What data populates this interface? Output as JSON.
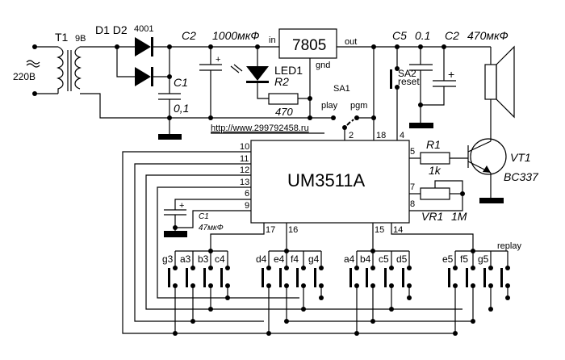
{
  "title": "UM3511A door chime / melody circuit schematic",
  "website": "http://www.299792458.ru",
  "power": {
    "mains_label": "220В",
    "transformer": "T1",
    "secondary_voltage": "9В",
    "diodes_label": "D1 D2",
    "diode_type": "4001",
    "c1_label": "C1",
    "c1_value": "0,1",
    "c2_label": "C2",
    "c2_value": "1000мкФ",
    "regulator": "7805",
    "reg_in": "in",
    "reg_out": "out",
    "reg_gnd": "gnd",
    "led_label": "LED1",
    "r2_label": "R2",
    "r2_value": "470",
    "plus": "+"
  },
  "switches": {
    "sa1_label": "SA1",
    "sa1_play": "play",
    "sa1_pgm": "pgm",
    "sa2_label": "SA2",
    "sa2_sub": "reset"
  },
  "output": {
    "c5_label": "C5",
    "c5_value": "0.1",
    "c2b_label": "C2",
    "c2b_value": "470мкФ",
    "r1_label": "R1",
    "r1_value": "1k",
    "vr1_label": "VR1",
    "vr1_value": "1M",
    "vt1_label": "VT1",
    "vt1_type": "BC337"
  },
  "ic": {
    "name": "UM3511A",
    "pins_left": [
      "10",
      "11",
      "12",
      "13",
      "6",
      "9"
    ],
    "pins_top": [
      "2",
      "18",
      "4"
    ],
    "pins_right": [
      "5",
      "7",
      "8"
    ],
    "pins_bottom": [
      "17",
      "16",
      "15",
      "14"
    ],
    "c1_label": "C1",
    "c1_value": "47мкФ"
  },
  "keys": {
    "group1": [
      "g3",
      "a3",
      "b3",
      "c4"
    ],
    "group2": [
      "d4",
      "e4",
      "f4",
      "g4"
    ],
    "group3": [
      "a4",
      "b4",
      "c5",
      "d5"
    ],
    "group4": [
      "e5",
      "f5",
      "g5"
    ],
    "replay_label": "replay"
  }
}
